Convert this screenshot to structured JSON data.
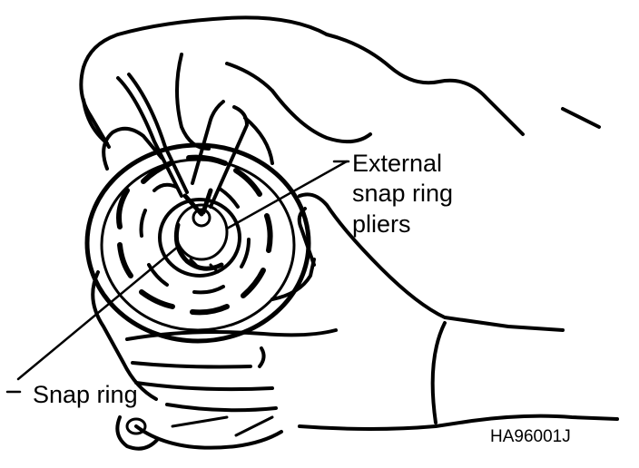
{
  "figure": {
    "callouts": {
      "pliers_line1": "External",
      "pliers_line2": "snap ring",
      "pliers_line3": "pliers",
      "snap_ring": "Snap ring"
    },
    "figure_code": "HA96001J",
    "colors": {
      "ink": "#000000",
      "paper": "#ffffff"
    }
  }
}
